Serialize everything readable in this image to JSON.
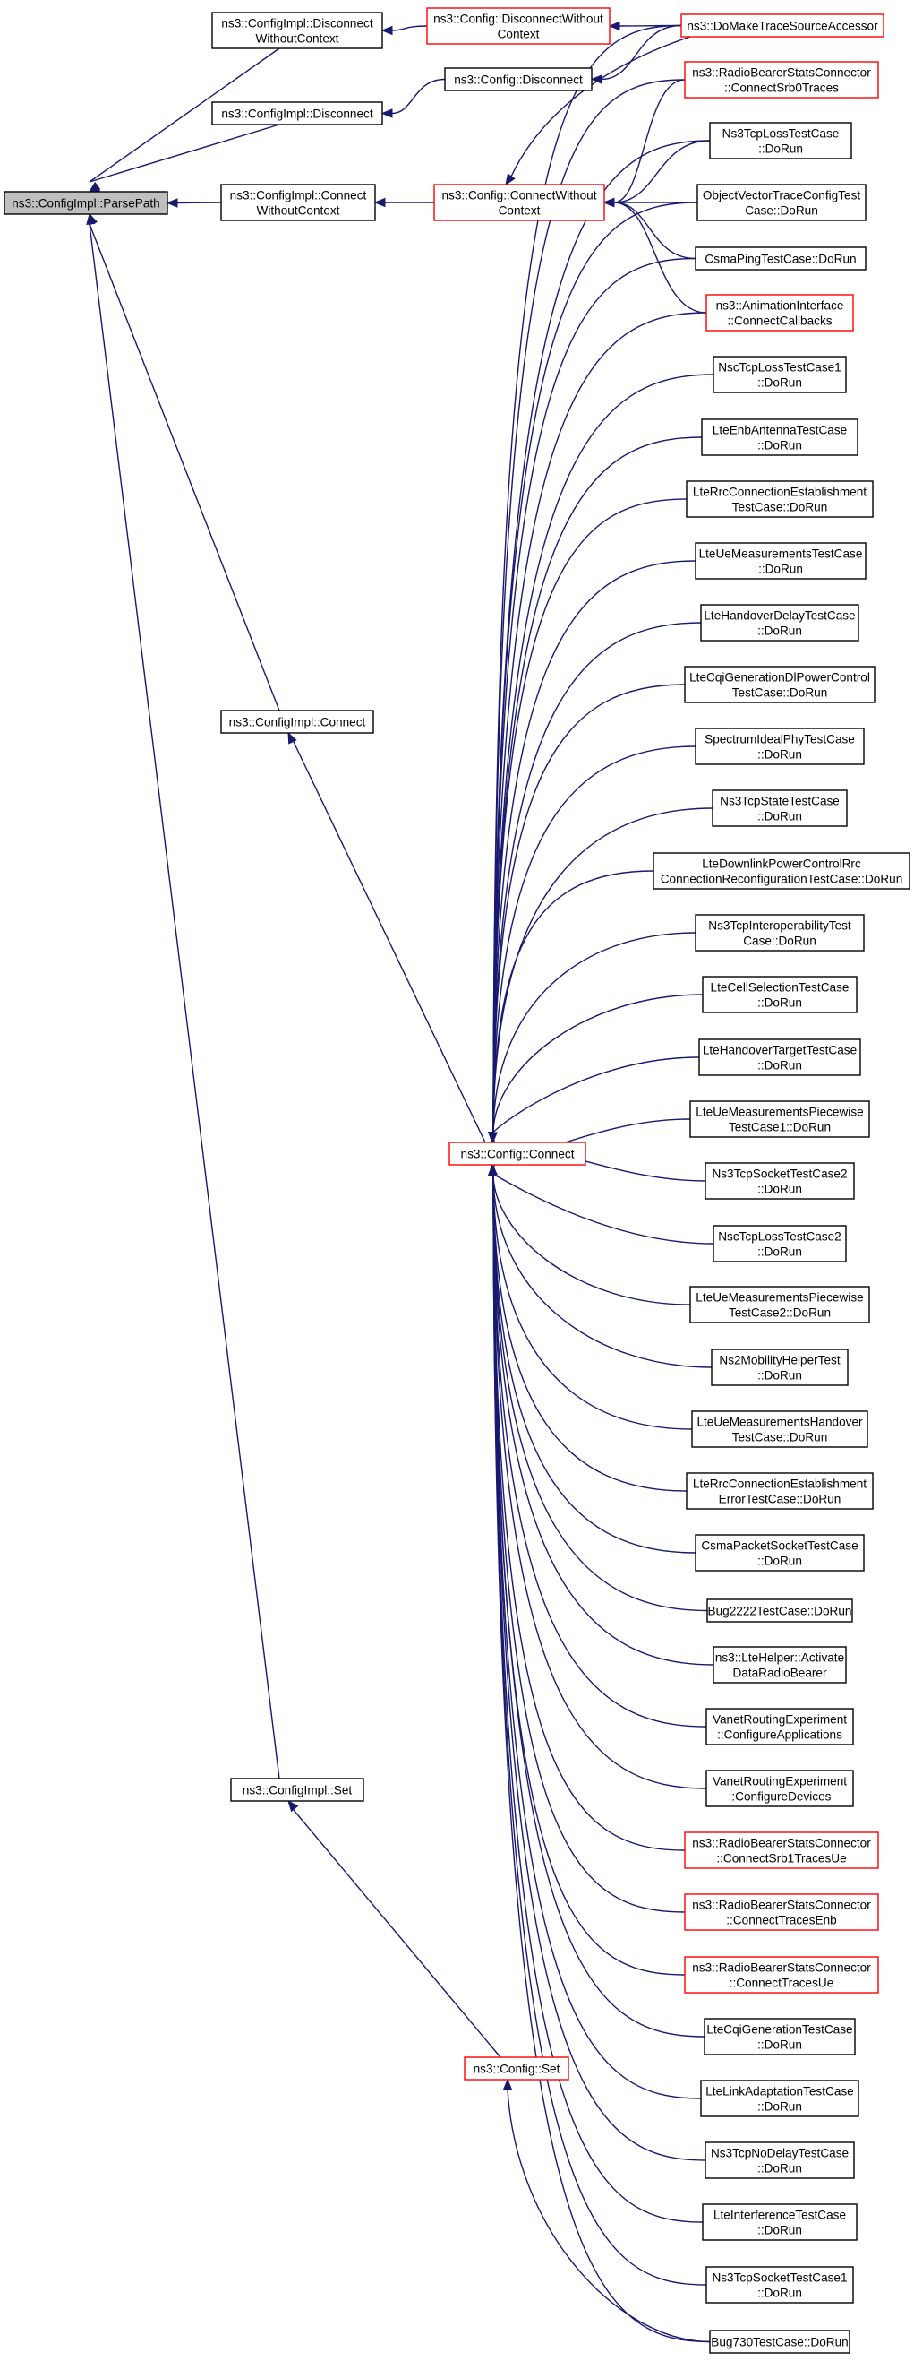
{
  "colors": {
    "edge": "#191970",
    "node_border": "#000000",
    "node_border_truncated": "#ff0000",
    "root_fill": "#bfbfbf",
    "node_fill": "#ffffff"
  },
  "nodes": {
    "parsepath": [
      "ns3::ConfigImpl::ParsePath"
    ],
    "ci_disc_woc": [
      "ns3::ConfigImpl::Disconnect",
      "WithoutContext"
    ],
    "ci_disc": [
      "ns3::ConfigImpl::Disconnect"
    ],
    "ci_conn_woc": [
      "ns3::ConfigImpl::Connect",
      "WithoutContext"
    ],
    "ci_conn": [
      "ns3::ConfigImpl::Connect"
    ],
    "ci_set": [
      "ns3::ConfigImpl::Set"
    ],
    "c_disc_woc": [
      "ns3::Config::DisconnectWithout",
      "Context"
    ],
    "c_disc": [
      "ns3::Config::Disconnect"
    ],
    "c_conn_woc": [
      "ns3::Config::ConnectWithout",
      "Context"
    ],
    "c_conn": [
      "ns3::Config::Connect"
    ],
    "c_set": [
      "ns3::Config::Set"
    ],
    "domake": [
      "ns3::DoMakeTraceSourceAccessor"
    ],
    "rbsc_srb0": [
      "ns3::RadioBearerStatsConnector",
      "::ConnectSrb0Traces"
    ],
    "ns3tcploss": [
      "Ns3TcpLossTestCase",
      "::DoRun"
    ],
    "objvec": [
      "ObjectVectorTraceConfigTest",
      "Case::DoRun"
    ],
    "csmaping": [
      "CsmaPingTestCase::DoRun"
    ],
    "anim": [
      "ns3::AnimationInterface",
      "::ConnectCallbacks"
    ],
    "nsctcploss1": [
      "NscTcpLossTestCase1",
      "::DoRun"
    ],
    "lteenbant": [
      "LteEnbAntennaTestCase",
      "::DoRun"
    ],
    "lterrcest": [
      "LteRrcConnectionEstablishment",
      "TestCase::DoRun"
    ],
    "lteuemeas": [
      "LteUeMeasurementsTestCase",
      "::DoRun"
    ],
    "ltehodelay": [
      "LteHandoverDelayTestCase",
      "::DoRun"
    ],
    "ltecqidl": [
      "LteCqiGenerationDlPowerControl",
      "TestCase::DoRun"
    ],
    "specideal": [
      "SpectrumIdealPhyTestCase",
      "::DoRun"
    ],
    "ns3tcpstate": [
      "Ns3TcpStateTestCase",
      "::DoRun"
    ],
    "ltedlpc": [
      "LteDownlinkPowerControlRrc",
      "ConnectionReconfigurationTestCase::DoRun"
    ],
    "ns3tcpinterop": [
      "Ns3TcpInteroperabilityTest",
      "Case::DoRun"
    ],
    "ltecellsel": [
      "LteCellSelectionTestCase",
      "::DoRun"
    ],
    "ltehotarget": [
      "LteHandoverTargetTestCase",
      "::DoRun"
    ],
    "lteuemeaspw1": [
      "LteUeMeasurementsPiecewise",
      "TestCase1::DoRun"
    ],
    "ns3tcpsock2": [
      "Ns3TcpSocketTestCase2",
      "::DoRun"
    ],
    "nsctcploss2": [
      "NscTcpLossTestCase2",
      "::DoRun"
    ],
    "lteuemeaspw2": [
      "LteUeMeasurementsPiecewise",
      "TestCase2::DoRun"
    ],
    "ns2mob": [
      "Ns2MobilityHelperTest",
      "::DoRun"
    ],
    "lteuemeasho": [
      "LteUeMeasurementsHandover",
      "TestCase::DoRun"
    ],
    "lterrcerr": [
      "LteRrcConnectionEstablishment",
      "ErrorTestCase::DoRun"
    ],
    "csmapkt": [
      "CsmaPacketSocketTestCase",
      "::DoRun"
    ],
    "bug2222": [
      "Bug2222TestCase::DoRun"
    ],
    "ltehelper": [
      "ns3::LteHelper::Activate",
      "DataRadioBearer"
    ],
    "vanetapps": [
      "VanetRoutingExperiment",
      "::ConfigureApplications"
    ],
    "vanetdevs": [
      "VanetRoutingExperiment",
      "::ConfigureDevices"
    ],
    "rbsc_srb1": [
      "ns3::RadioBearerStatsConnector",
      "::ConnectSrb1TracesUe"
    ],
    "rbsc_enb": [
      "ns3::RadioBearerStatsConnector",
      "::ConnectTracesEnb"
    ],
    "rbsc_ue": [
      "ns3::RadioBearerStatsConnector",
      "::ConnectTracesUe"
    ],
    "ltecqigen": [
      "LteCqiGenerationTestCase",
      "::DoRun"
    ],
    "ltelinkad": [
      "LteLinkAdaptationTestCase",
      "::DoRun"
    ],
    "ns3tcpnodelay": [
      "Ns3TcpNoDelayTestCase",
      "::DoRun"
    ],
    "lteinterf": [
      "LteInterferenceTestCase",
      "::DoRun"
    ],
    "ns3tcpsock1": [
      "Ns3TcpSocketTestCase1",
      "::DoRun"
    ],
    "bug730": [
      "Bug730TestCase::DoRun"
    ]
  }
}
